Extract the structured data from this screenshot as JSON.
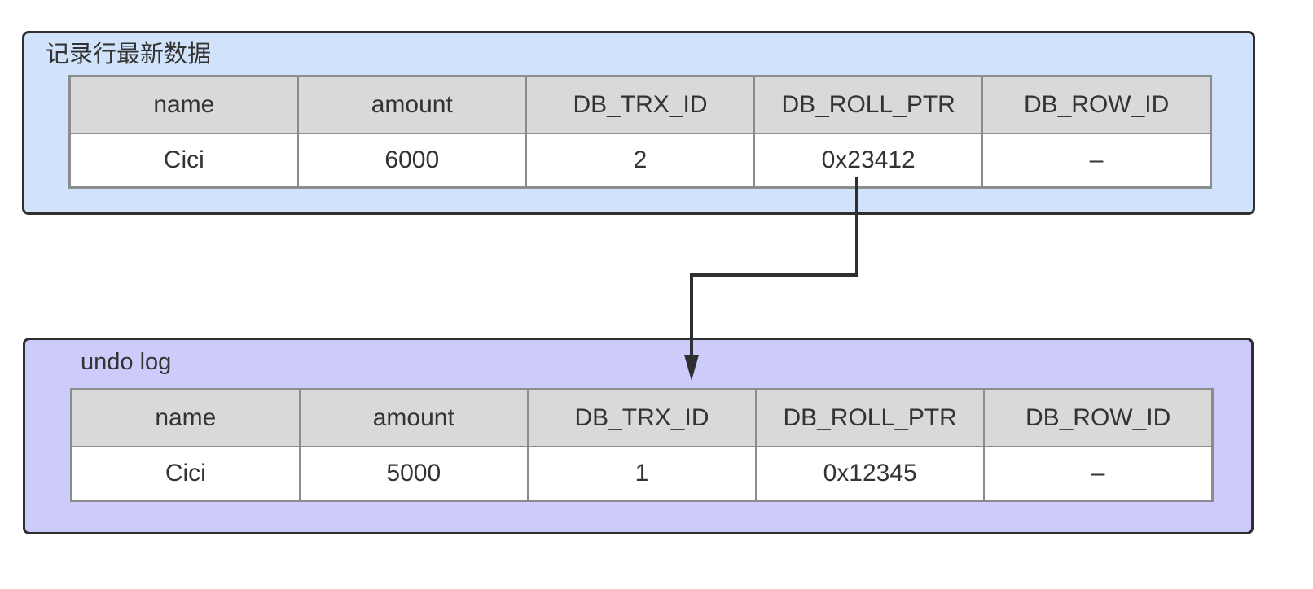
{
  "colors": {
    "latest_panel_bg": "#d0e3fa",
    "undo_panel_bg": "#cccbfa",
    "header_bg": "#d9d9d9",
    "border": "#2f2f2f",
    "table_border": "#8c8c8c"
  },
  "latest": {
    "title": "记录行最新数据",
    "headers": [
      "name",
      "amount",
      "DB_TRX_ID",
      "DB_ROLL_PTR",
      "DB_ROW_ID"
    ],
    "row": [
      "Cici",
      "6000",
      "2",
      "0x23412",
      "–"
    ]
  },
  "undo": {
    "title": "undo log",
    "headers": [
      "name",
      "amount",
      "DB_TRX_ID",
      "DB_ROLL_PTR",
      "DB_ROW_ID"
    ],
    "row": [
      "Cici",
      "5000",
      "1",
      "0x12345",
      "–"
    ]
  }
}
